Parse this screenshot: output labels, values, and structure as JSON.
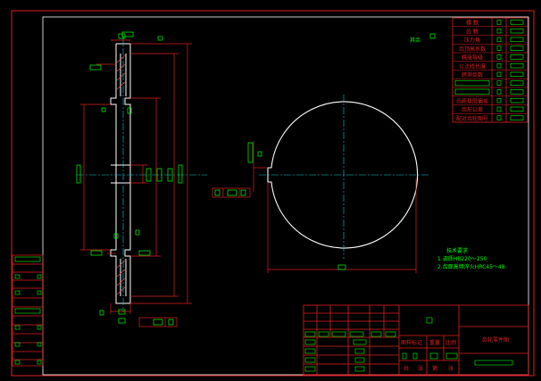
{
  "drawing": {
    "background": "#000000",
    "frame_color": "#e02020",
    "geometry_color": "#ffffff",
    "centerline_color": "#00d0e0",
    "annotation_color": "#00ff00"
  },
  "label_other": "其余",
  "param_table": {
    "rows": [
      {
        "label": "模 数"
      },
      {
        "label": "齿 数"
      },
      {
        "label": "压力角"
      },
      {
        "label": "齿顶高系数"
      },
      {
        "label": "精度等级"
      },
      {
        "label": "公法线长度"
      },
      {
        "label": "跨测齿数"
      },
      {
        "label": ""
      },
      {
        "label": ""
      },
      {
        "label": "齿距极限偏差"
      },
      {
        "label": "齿形公差"
      },
      {
        "label": "配对齿轮图号"
      }
    ]
  },
  "tech_requirements": {
    "title": "技术要求",
    "items": [
      "1.调质HB220～250",
      "2.齿面高频淬火HRC45～48"
    ]
  },
  "title_block": {
    "drawing_name": "齿轮零件图",
    "fields": [
      "图样标记",
      "重量",
      "比例"
    ],
    "sheet_labels": [
      "共",
      "张",
      "第",
      "张"
    ]
  }
}
